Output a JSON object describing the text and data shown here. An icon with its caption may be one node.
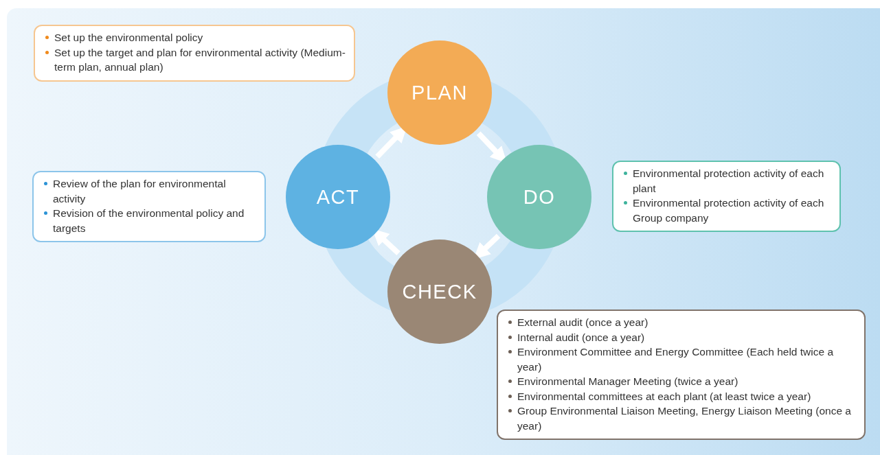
{
  "diagram": {
    "nodes": [
      {
        "text": [
          "PLAN"
        ]
      },
      {
        "text": [
          "DO"
        ]
      },
      {
        "text": [
          "CHECK"
        ]
      },
      {
        "text": [
          "ACT"
        ]
      },
      {
        "text": [
          "Set up the environmental policy",
          "Set up the target and plan for environmental activity (Medium-term plan, annual plan)"
        ]
      },
      {
        "text": [
          "Environmental protection activity of each plant",
          "Environmental protection activity of each Group company"
        ]
      },
      {
        "text": [
          "External audit (once a year)",
          "Internal audit (once a year)",
          "Environment Committee and Energy Committee (Each held twice a year)",
          "Environmental Manager Meeting (twice a year)",
          "Environmental committees at each plant (at least twice a year)",
          "Group Environmental Liaison Meeting, Energy Liaison Meeting (once a year)"
        ]
      },
      {
        "text": [
          "Review of the plan for environmental activity",
          "Revision of the environmental policy and targets"
        ]
      }
    ],
    "edges": [
      {
        "from": 0,
        "to": 1,
        "arrow": "to"
      },
      {
        "from": 1,
        "to": 2,
        "arrow": "to"
      },
      {
        "from": 2,
        "to": 3,
        "arrow": "to"
      },
      {
        "from": 3,
        "to": 0,
        "arrow": "to"
      }
    ]
  }
}
